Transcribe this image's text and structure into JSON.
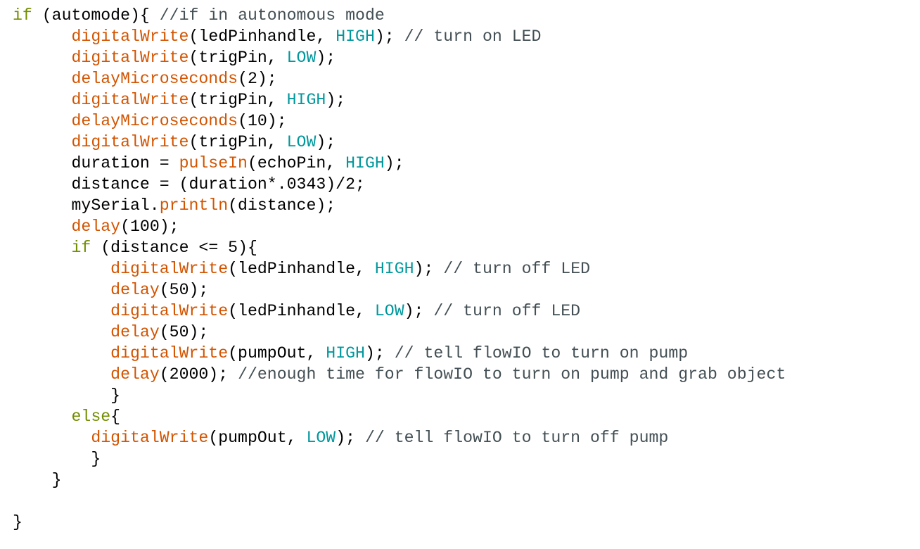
{
  "colors": {
    "keyword": "#728E00",
    "function": "#D35400",
    "constant": "#00979C",
    "comment": "#434F54",
    "plain": "#000000"
  },
  "code_lines": [
    [
      {
        "t": "if",
        "c": "k"
      },
      {
        "t": " (automode){ ",
        "c": "p"
      },
      {
        "t": "//if in autonomous mode",
        "c": "m"
      }
    ],
    [
      {
        "t": "      ",
        "c": "p"
      },
      {
        "t": "digitalWrite",
        "c": "f"
      },
      {
        "t": "(ledPinhandle, ",
        "c": "p"
      },
      {
        "t": "HIGH",
        "c": "c"
      },
      {
        "t": "); ",
        "c": "p"
      },
      {
        "t": "// turn on LED",
        "c": "m"
      }
    ],
    [
      {
        "t": "      ",
        "c": "p"
      },
      {
        "t": "digitalWrite",
        "c": "f"
      },
      {
        "t": "(trigPin, ",
        "c": "p"
      },
      {
        "t": "LOW",
        "c": "c"
      },
      {
        "t": ");",
        "c": "p"
      }
    ],
    [
      {
        "t": "      ",
        "c": "p"
      },
      {
        "t": "delayMicroseconds",
        "c": "f"
      },
      {
        "t": "(2);",
        "c": "p"
      }
    ],
    [
      {
        "t": "      ",
        "c": "p"
      },
      {
        "t": "digitalWrite",
        "c": "f"
      },
      {
        "t": "(trigPin, ",
        "c": "p"
      },
      {
        "t": "HIGH",
        "c": "c"
      },
      {
        "t": ");",
        "c": "p"
      }
    ],
    [
      {
        "t": "      ",
        "c": "p"
      },
      {
        "t": "delayMicroseconds",
        "c": "f"
      },
      {
        "t": "(10);",
        "c": "p"
      }
    ],
    [
      {
        "t": "      ",
        "c": "p"
      },
      {
        "t": "digitalWrite",
        "c": "f"
      },
      {
        "t": "(trigPin, ",
        "c": "p"
      },
      {
        "t": "LOW",
        "c": "c"
      },
      {
        "t": ");",
        "c": "p"
      }
    ],
    [
      {
        "t": "      duration = ",
        "c": "p"
      },
      {
        "t": "pulseIn",
        "c": "f"
      },
      {
        "t": "(echoPin, ",
        "c": "p"
      },
      {
        "t": "HIGH",
        "c": "c"
      },
      {
        "t": ");",
        "c": "p"
      }
    ],
    [
      {
        "t": "      distance = (duration*.0343)/2;",
        "c": "p"
      }
    ],
    [
      {
        "t": "      mySerial.",
        "c": "p"
      },
      {
        "t": "println",
        "c": "f"
      },
      {
        "t": "(distance);",
        "c": "p"
      }
    ],
    [
      {
        "t": "      ",
        "c": "p"
      },
      {
        "t": "delay",
        "c": "f"
      },
      {
        "t": "(100);",
        "c": "p"
      }
    ],
    [
      {
        "t": "      ",
        "c": "p"
      },
      {
        "t": "if",
        "c": "k"
      },
      {
        "t": " (distance <= 5){",
        "c": "p"
      }
    ],
    [
      {
        "t": "          ",
        "c": "p"
      },
      {
        "t": "digitalWrite",
        "c": "f"
      },
      {
        "t": "(ledPinhandle, ",
        "c": "p"
      },
      {
        "t": "HIGH",
        "c": "c"
      },
      {
        "t": "); ",
        "c": "p"
      },
      {
        "t": "// turn off LED",
        "c": "m"
      }
    ],
    [
      {
        "t": "          ",
        "c": "p"
      },
      {
        "t": "delay",
        "c": "f"
      },
      {
        "t": "(50);",
        "c": "p"
      }
    ],
    [
      {
        "t": "          ",
        "c": "p"
      },
      {
        "t": "digitalWrite",
        "c": "f"
      },
      {
        "t": "(ledPinhandle, ",
        "c": "p"
      },
      {
        "t": "LOW",
        "c": "c"
      },
      {
        "t": "); ",
        "c": "p"
      },
      {
        "t": "// turn off LED",
        "c": "m"
      }
    ],
    [
      {
        "t": "          ",
        "c": "p"
      },
      {
        "t": "delay",
        "c": "f"
      },
      {
        "t": "(50);",
        "c": "p"
      }
    ],
    [
      {
        "t": "          ",
        "c": "p"
      },
      {
        "t": "digitalWrite",
        "c": "f"
      },
      {
        "t": "(pumpOut, ",
        "c": "p"
      },
      {
        "t": "HIGH",
        "c": "c"
      },
      {
        "t": "); ",
        "c": "p"
      },
      {
        "t": "// tell flowIO to turn on pump",
        "c": "m"
      }
    ],
    [
      {
        "t": "          ",
        "c": "p"
      },
      {
        "t": "delay",
        "c": "f"
      },
      {
        "t": "(2000); ",
        "c": "p"
      },
      {
        "t": "//enough time for flowIO to turn on pump and grab object",
        "c": "m"
      }
    ],
    [
      {
        "t": "          }",
        "c": "p"
      }
    ],
    [
      {
        "t": "      ",
        "c": "p"
      },
      {
        "t": "else",
        "c": "k"
      },
      {
        "t": "{",
        "c": "p"
      }
    ],
    [
      {
        "t": "        ",
        "c": "p"
      },
      {
        "t": "digitalWrite",
        "c": "f"
      },
      {
        "t": "(pumpOut, ",
        "c": "p"
      },
      {
        "t": "LOW",
        "c": "c"
      },
      {
        "t": "); ",
        "c": "p"
      },
      {
        "t": "// tell flowIO to turn off pump",
        "c": "m"
      }
    ],
    [
      {
        "t": "        }",
        "c": "p"
      }
    ],
    [
      {
        "t": "    }",
        "c": "p"
      }
    ],
    [],
    [
      {
        "t": "}",
        "c": "p"
      }
    ]
  ]
}
